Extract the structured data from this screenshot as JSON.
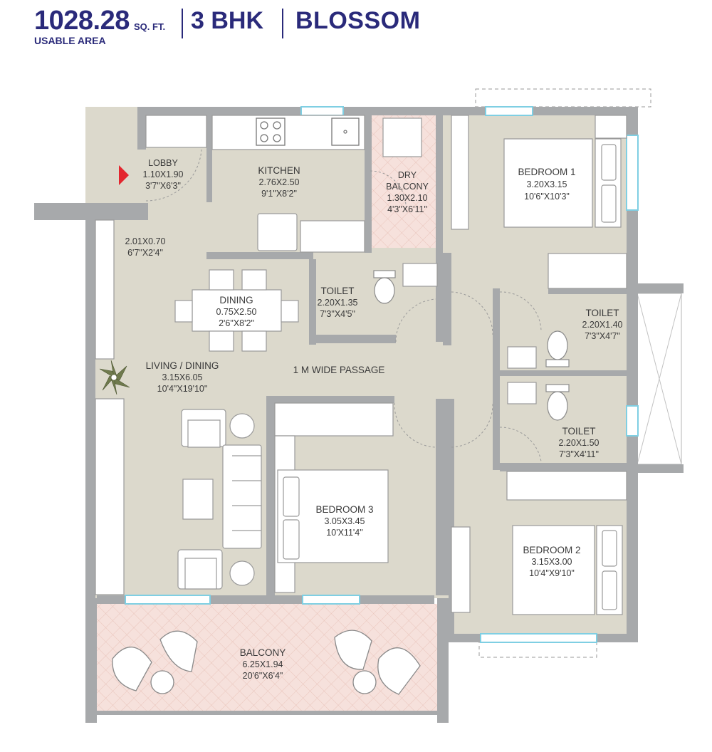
{
  "header": {
    "area_value": "1028.28",
    "area_unit": "SQ. FT.",
    "area_caption": "USABLE AREA",
    "configuration": "3 BHK",
    "project_name": "BLOSSOM"
  },
  "rooms": {
    "lobby": {
      "name": "LOBBY",
      "metric": "1.10X1.90",
      "imperial": "3'7\"X6'3\""
    },
    "kitchen": {
      "name": "KITCHEN",
      "metric": "2.76X2.50",
      "imperial": "9'1\"X8'2\""
    },
    "dry_balcony": {
      "name1": "DRY",
      "name2": "BALCONY",
      "metric": "1.30X2.10",
      "imperial": "4'3\"X6'11\""
    },
    "bedroom1": {
      "name": "BEDROOM 1",
      "metric": "3.20X3.15",
      "imperial": "10'6\"X10'3\""
    },
    "entry_passage": {
      "metric": "2.01X0.70",
      "imperial": "6'7\"X2'4\""
    },
    "dining": {
      "name": "DINING",
      "metric": "0.75X2.50",
      "imperial": "2'6\"X8'2\""
    },
    "toilet_common": {
      "name": "TOILET",
      "metric": "2.20X1.35",
      "imperial": "7'3\"X4'5\""
    },
    "toilet_bed1": {
      "name": "TOILET",
      "metric": "2.20X1.40",
      "imperial": "7'3\"X4'7\""
    },
    "living": {
      "name": "LIVING / DINING",
      "metric": "3.15X6.05",
      "imperial": "10'4\"X19'10\""
    },
    "passage": {
      "name": "1 M WIDE PASSAGE"
    },
    "toilet_bed2": {
      "name": "TOILET",
      "metric": "2.20X1.50",
      "imperial": "7'3\"X4'11\""
    },
    "bedroom3": {
      "name": "BEDROOM 3",
      "metric": "3.05X3.45",
      "imperial": "10'X11'4\""
    },
    "bedroom2": {
      "name": "BEDROOM 2",
      "metric": "3.15X3.00",
      "imperial": "10'4\"X9'10\""
    },
    "balcony": {
      "name": "BALCONY",
      "metric": "6.25X1.94",
      "imperial": "20'6\"X6'4\""
    }
  },
  "colors": {
    "title": "#2a2a7a",
    "floor": "#dcd9cc",
    "wall": "#a7a9ab",
    "balcony_tile": "#f6e1dc",
    "window": "#7fcfe3",
    "entry_marker": "#e3262e",
    "plant": "#6f7a4d"
  },
  "icons": {
    "entry": "entry-arrow-icon",
    "plant": "plant-icon",
    "stove": "stove-icon",
    "sink": "sink-icon",
    "toilet": "toilet-icon"
  }
}
